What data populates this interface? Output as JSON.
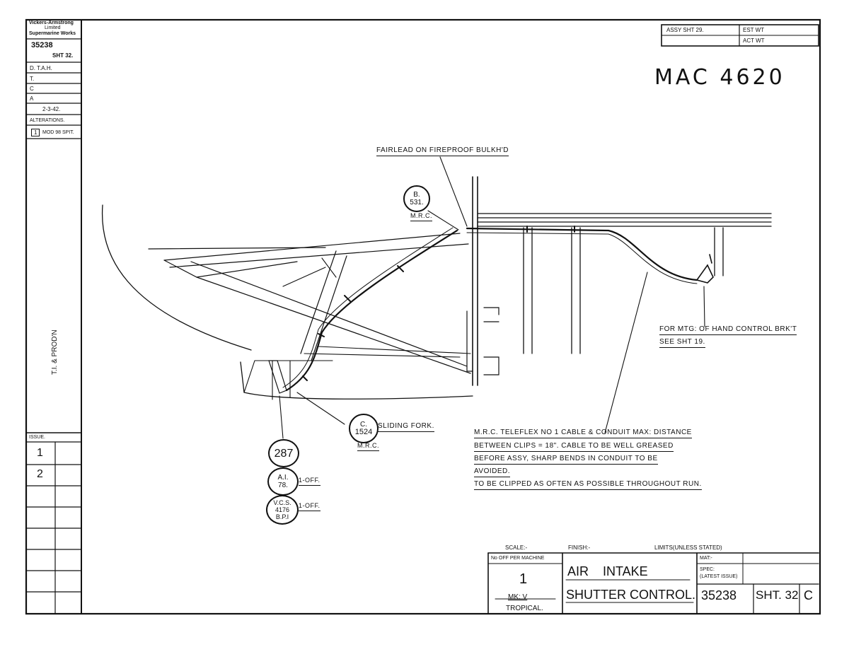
{
  "company": {
    "line1": "Vickers-Armstrong",
    "line2": "Limited",
    "line3": "Supermarine Works"
  },
  "left_block": {
    "drawing_no": "35238",
    "sheet": "SHT 32.",
    "d": "D. T.A.H.",
    "t": "T.",
    "c": "C",
    "a": "A",
    "date": "2-3-42.",
    "alterations": "ALTERATIONS.",
    "alt_no": "1",
    "alt_text": "MOD 98 SPIT.",
    "vertical": "T.I. & PROD'N",
    "issue_label": "ISSUE.",
    "issues": [
      "1",
      "2"
    ]
  },
  "top_right": {
    "assy": "ASSY SHT 29.",
    "est": "EST WT",
    "act": "ACT WT",
    "handwritten": "MAC 4620"
  },
  "callouts": {
    "fairlead": "FAIRLEAD ON FIREPROOF BULKH'D",
    "b_bubble": [
      "B.",
      "531."
    ],
    "b_mrc": "M.R.C.",
    "c_bubble": [
      "C.",
      "1524"
    ],
    "sliding_fork": "SLIDING FORK.",
    "c_mrc": "M.R.C.",
    "hand_control": "FOR MTG: OF HAND CONTROL BRK'T",
    "see_sht": "SEE SHT 19.",
    "cable_note": [
      "M.R.C. TELEFLEX No 1 CABLE & CONDUIT  MAX: DISTANCE",
      "BETWEEN CLIPS = 18\". CABLE TO BE WELL GREASED",
      "BEFORE ASSY, SHARP BENDS IN CONDUIT TO BE",
      "AVOIDED.",
      "TO BE CLIPPED AS OFTEN AS POSSIBLE THROUGHOUT RUN."
    ],
    "part_no": "287",
    "ai": [
      "A.I.",
      "78."
    ],
    "ai_off": "1-OFF.",
    "vcs": [
      "V.C.S.",
      "4176",
      "B.P.I"
    ],
    "vcs_off": "1-OFF."
  },
  "title_block": {
    "scale": "SCALE:-",
    "finish": "FINISH:-",
    "limits": "LIMITS(UNLESS STATED)",
    "no_off": "No OFF PER MACHINE",
    "qty": "1",
    "mark": "MK: V",
    "tropical": "TROPICAL.",
    "title1": "AIR    INTAKE",
    "title2": "SHUTTER CONTROL.",
    "mat": "MAT:-",
    "spec": "SPEC:",
    "spec2": "(LATEST ISSUE)",
    "drawing": "35238",
    "sht": "SHT. 32",
    "rev": "C"
  }
}
